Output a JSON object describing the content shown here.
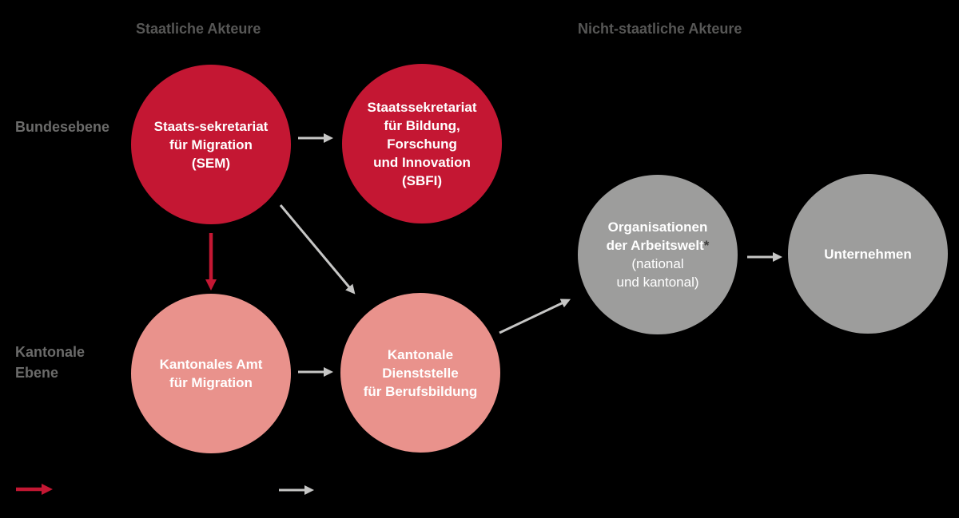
{
  "headers": {
    "staatliche": "Staatliche Akteure",
    "nicht_staatliche": "Nicht-staatliche Akteure"
  },
  "levels": {
    "bund": "Bundesebene",
    "kanton": "Kantonale\nEbene"
  },
  "nodes": {
    "sem": {
      "label": "Staats-sekretariat\nfür Migration\n(SEM)"
    },
    "sbfi": {
      "label": "Staatssekretariat\nfür Bildung,\nForschung\nund Innovation\n(SBFI)"
    },
    "kantonales_amt": {
      "label": "Kantonales Amt\nfür Migration"
    },
    "kantonale_dienststelle": {
      "label": "Kantonale\nDienststelle\nfür Berufsbildung"
    },
    "oda": {
      "label_bold": "Organisationen\nder Arbeitswelt",
      "asterisk": "*",
      "label_regular": "(national\nund kantonal)"
    },
    "unternehmen": {
      "label": "Unternehmen"
    }
  },
  "colors": {
    "background": "#000000",
    "federal-red": "#c41733",
    "cantonal-pink": "#e9928c",
    "actor-gray": "#9d9d9c",
    "header-text": "#575756",
    "level-text": "#6b6b6a",
    "arrow-gray": "#c6c6c5",
    "arrow-red": "#c41733",
    "node-text": "#ffffff",
    "asterisk": "#3c3c3b"
  }
}
